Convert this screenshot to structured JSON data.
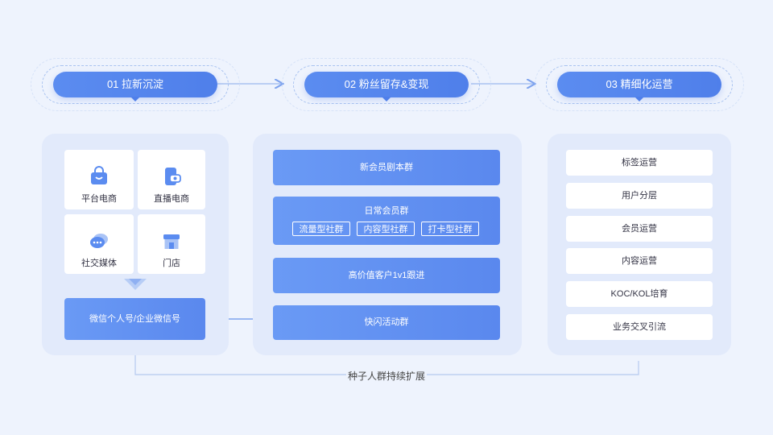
{
  "stages": [
    "01 拉新沉淀",
    "02 粉丝留存&变现",
    "03 精细化运营"
  ],
  "left": {
    "tiles": [
      "平台电商",
      "直播电商",
      "社交媒体",
      "门店"
    ],
    "wechat": "微信个人号/企业微信号"
  },
  "middle": {
    "new_member": "新会员剧本群",
    "daily": "日常会员群",
    "chips": [
      "流量型社群",
      "内容型社群",
      "打卡型社群"
    ],
    "high_value": "高价值客户1v1跟进",
    "flash": "快闪活动群"
  },
  "right": {
    "items": [
      "标签运营",
      "用户分层",
      "会员运营",
      "内容运营",
      "KOC/KOL培育",
      "业务交叉引流"
    ]
  },
  "caption": "种子人群持续扩展",
  "colors": {
    "accent": "#4f7fea",
    "panel": "#e2eafb",
    "background": "#eef3fd"
  }
}
